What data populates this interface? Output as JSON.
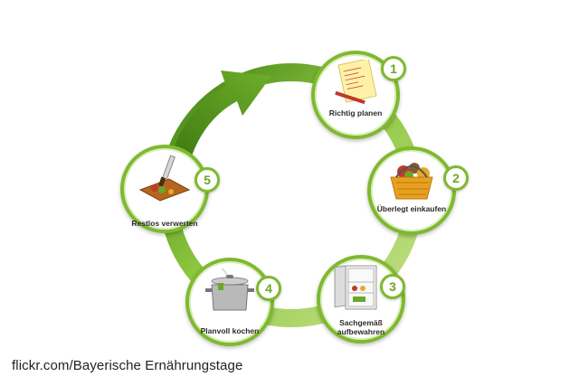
{
  "diagram": {
    "colors": {
      "ring_dark": "#4f8f1d",
      "ring_light": "#b4d86c",
      "node_border": "#7fb92e",
      "badge_text": "#6aa72a"
    },
    "steps": [
      {
        "number": "1",
        "label": "Richtig planen",
        "icon": "notepad-pencil-icon"
      },
      {
        "number": "2",
        "label": "Überlegt einkaufen",
        "icon": "shopping-basket-icon"
      },
      {
        "number": "3",
        "label": "Sachgemäß\naufbewahren",
        "icon": "refrigerator-icon"
      },
      {
        "number": "4",
        "label": "Planvoll kochen",
        "icon": "cooking-pot-icon"
      },
      {
        "number": "5",
        "label": "Restlos verwerten",
        "icon": "cutting-board-knife-icon"
      }
    ]
  },
  "credit": "flickr.com/Bayerische Ernährungstage"
}
